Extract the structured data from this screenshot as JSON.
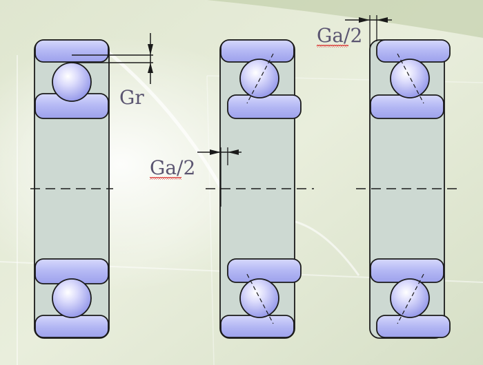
{
  "labels": {
    "radial_clearance": "Gr",
    "axial_clearance_left": "Ga/2",
    "axial_clearance_right": "Ga/2"
  },
  "colors": {
    "background": "#e4ead6",
    "ring_fill": "#b9bcf4",
    "ball_fill": "#c3c6fa",
    "bore_fill": "#cdd9d2",
    "outline": "#1a1a1a",
    "label_text": "#5a5470",
    "spell_underline": "#d82020"
  },
  "bearings": [
    {
      "name": "radial-clearance",
      "ball_axis": "none"
    },
    {
      "name": "axial-clearance-contact-angle",
      "ball_axis": "tilted"
    },
    {
      "name": "axial-clearance-contact-angle",
      "ball_axis": "tilted"
    }
  ]
}
